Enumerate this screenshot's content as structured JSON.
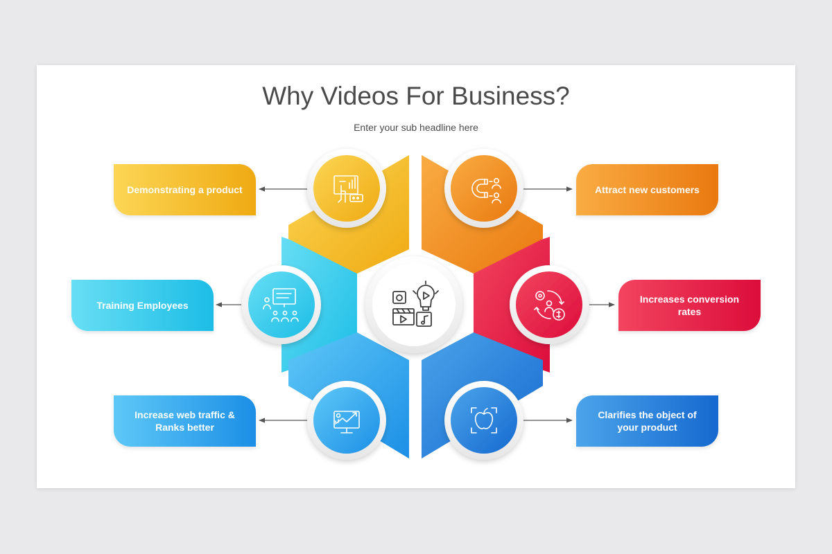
{
  "slide": {
    "title": "Why Videos For Business?",
    "subtitle": "Enter your sub headline here"
  },
  "segments": [
    {
      "id": "demonstrating",
      "label": "Demonstrating a product",
      "icon": "presentation-touch-icon",
      "color_light": "#fcd655",
      "color_dark": "#efaa12"
    },
    {
      "id": "attract",
      "label": "Attract new customers",
      "icon": "magnet-customers-icon",
      "color_light": "#f9ac43",
      "color_dark": "#e9790f"
    },
    {
      "id": "conversion",
      "label": "Increases conversion rates",
      "icon": "conversion-cycle-icon",
      "color_light": "#f2445f",
      "color_dark": "#dc0d3b"
    },
    {
      "id": "clarifies",
      "label": "Clarifies the object of your product",
      "icon": "apple-focus-icon",
      "color_light": "#4ba4ea",
      "color_dark": "#1569cf"
    },
    {
      "id": "web_traffic",
      "label": "Increase web traffic & Ranks better",
      "icon": "growth-chart-monitor-icon",
      "color_light": "#5ec8f7",
      "color_dark": "#1c8fe6"
    },
    {
      "id": "training",
      "label": "Training Employees",
      "icon": "training-board-icon",
      "color_light": "#67def4",
      "color_dark": "#1cbde6"
    }
  ],
  "center": {
    "icon": "video-media-icon"
  }
}
